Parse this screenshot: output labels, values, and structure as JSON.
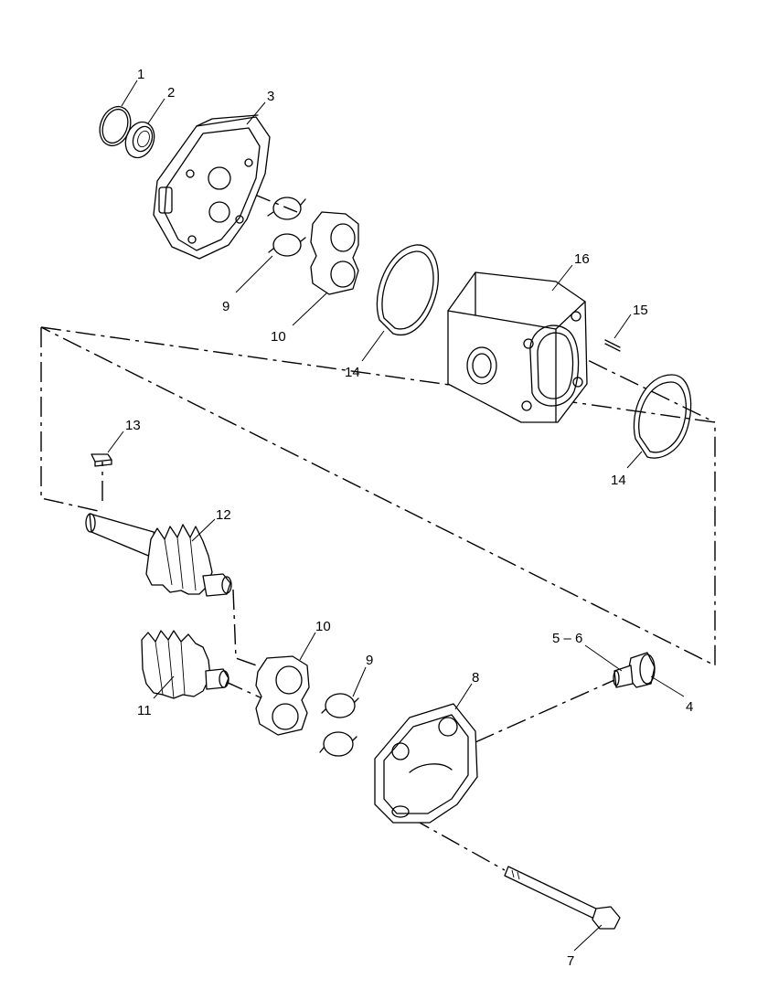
{
  "diagram": {
    "callouts": [
      {
        "key": "c1",
        "text": "1"
      },
      {
        "key": "c2",
        "text": "2"
      },
      {
        "key": "c3",
        "text": "3"
      },
      {
        "key": "c9a",
        "text": "9"
      },
      {
        "key": "c10a",
        "text": "10"
      },
      {
        "key": "c14a",
        "text": "14"
      },
      {
        "key": "c16",
        "text": "16"
      },
      {
        "key": "c15",
        "text": "15"
      },
      {
        "key": "c14b",
        "text": "14"
      },
      {
        "key": "c13",
        "text": "13"
      },
      {
        "key": "c12",
        "text": "12"
      },
      {
        "key": "c10b",
        "text": "10"
      },
      {
        "key": "c9b",
        "text": "9"
      },
      {
        "key": "c11",
        "text": "11"
      },
      {
        "key": "c8",
        "text": "8"
      },
      {
        "key": "c56",
        "text": "5 – 6"
      },
      {
        "key": "c4",
        "text": "4"
      },
      {
        "key": "c7",
        "text": "7"
      }
    ]
  }
}
